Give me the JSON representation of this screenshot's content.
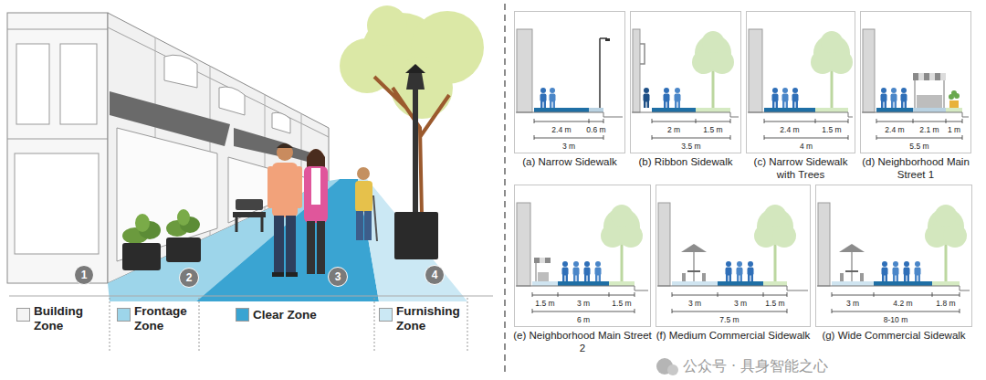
{
  "diagram": {
    "nodes": [
      {
        "text": [
          "1"
        ]
      },
      {
        "text": [
          "2"
        ]
      },
      {
        "text": [
          "3"
        ]
      },
      {
        "text": [
          "4"
        ]
      },
      {
        "text": [
          "2.4 m",
          "0.6 m",
          "3 m",
          "(a) Narrow Sidewalk"
        ]
      },
      {
        "text": [
          "2 m",
          "1.5 m",
          "3.5 m",
          "(b) Ribbon Sidewalk"
        ]
      },
      {
        "text": [
          "2.4 m",
          "1.5 m",
          "4 m",
          "(c) Narrow Sidewalk with Trees"
        ]
      },
      {
        "text": [
          "2.4 m",
          "2.1 m",
          "1 m",
          "5.5 m",
          "(d) Neighborhood Main Street 1"
        ]
      },
      {
        "text": [
          "1.5 m",
          "3 m",
          "1.5 m",
          "6 m",
          "(e) Neighborhood Main Street 2"
        ]
      },
      {
        "text": [
          "3 m",
          "3 m",
          "1.5 m",
          "7.5 m",
          "(f) Medium Commercial Sidewalk"
        ]
      },
      {
        "text": [
          "3 m",
          "4.2 m",
          "1.8 m",
          "8-10 m",
          "(g) Wide Commercial Sidewalk"
        ]
      }
    ],
    "labels": [
      "公众号 · 具身智能之心"
    ],
    "legend": [
      {
        "text": "Building Zone",
        "color": "#f4f4f4"
      },
      {
        "text": "Frontage Zone",
        "color": "#9dd5ea"
      },
      {
        "text": "Clear Zone",
        "color": "#3aa4d2"
      },
      {
        "text": "Furnishing Zone",
        "color": "#cbe8f4"
      }
    ]
  }
}
